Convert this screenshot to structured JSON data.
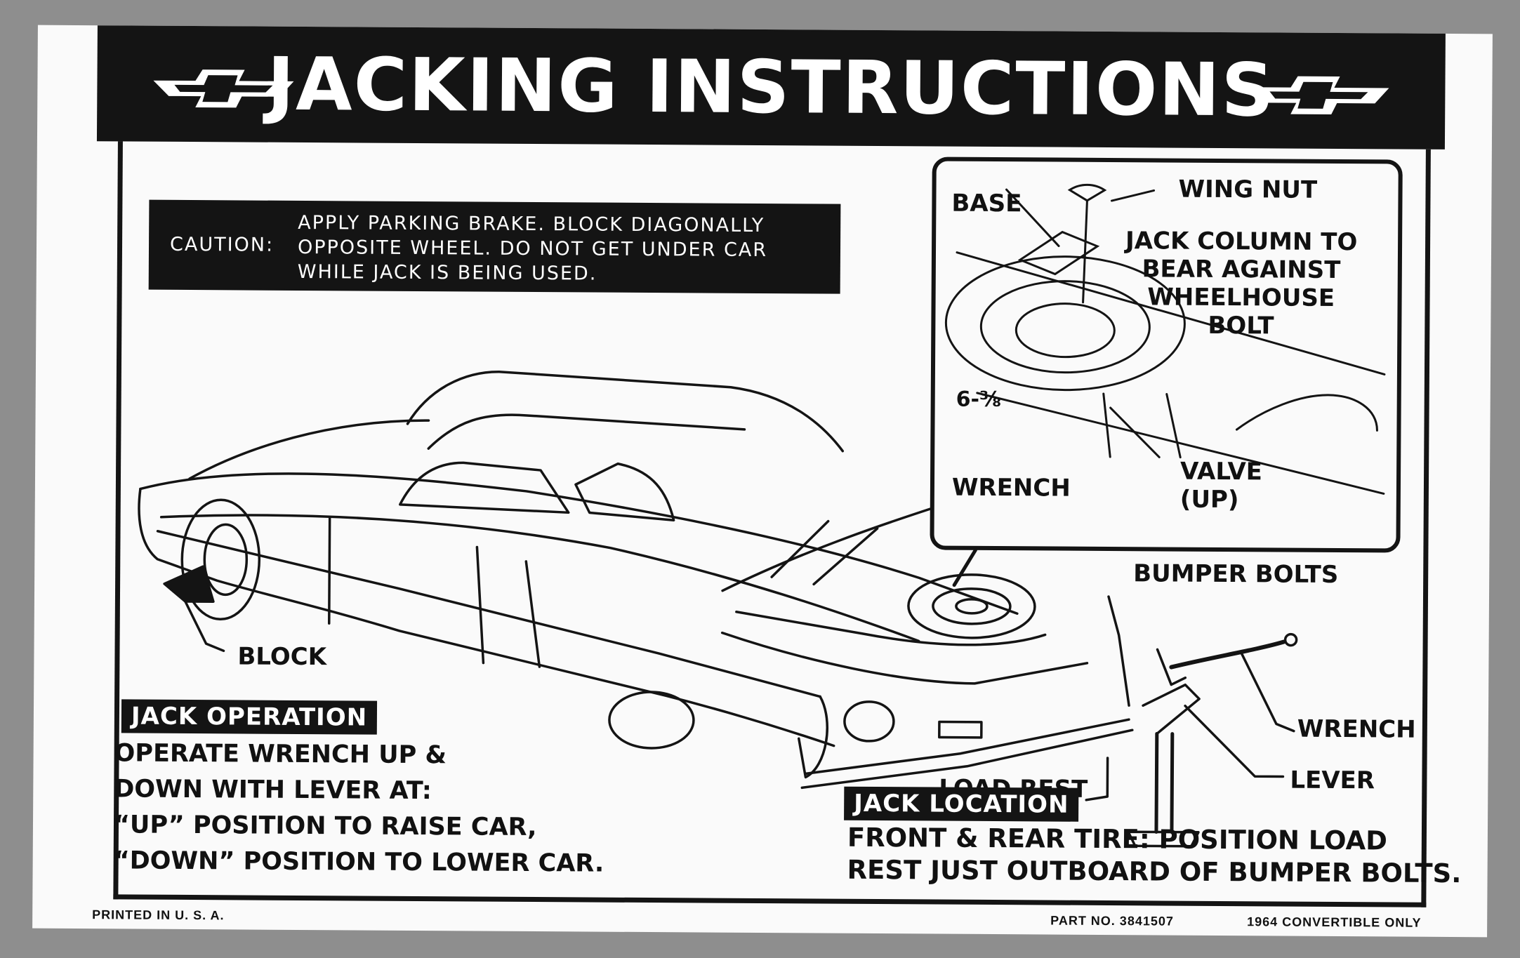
{
  "title": "JACKING INSTRUCTIONS",
  "caution": {
    "label": "CAUTION:",
    "text": "APPLY PARKING BRAKE. BLOCK DIAGONALLY\nOPPOSITE WHEEL. DO NOT GET UNDER CAR\nWHILE JACK IS BEING USED."
  },
  "jack_operation": {
    "heading": "JACK OPERATION",
    "text": "OPERATE WRENCH UP &\nDOWN WITH LEVER AT:\n“UP” POSITION TO RAISE CAR,\n“DOWN” POSITION TO LOWER CAR."
  },
  "jack_location": {
    "heading": "JACK LOCATION",
    "text": "FRONT & REAR TIRE: POSITION LOAD\nREST JUST OUTBOARD OF BUMPER BOLTS."
  },
  "inset_labels": {
    "base": "BASE",
    "wing_nut": "WING NUT",
    "jack_column": "JACK COLUMN TO\nBEAR AGAINST\nWHEELHOUSE\nBOLT",
    "dimension": "6-⅜",
    "wrench": "WRENCH",
    "valve": "VALVE\n(UP)"
  },
  "car_labels": {
    "block": "BLOCK",
    "bumper_bolts": "BUMPER BOLTS",
    "wrench": "WRENCH",
    "load_rest": "LOAD REST",
    "lever": "LEVER"
  },
  "footer": {
    "printed": "PRINTED IN U. S. A.",
    "part_no": "PART NO. 3841507",
    "model": "1964 CONVERTIBLE ONLY"
  },
  "icons": [
    "chevrolet-bowtie-icon"
  ],
  "colors": {
    "ink": "#141414",
    "paper": "#fafafa",
    "background": "#8e8e8e"
  }
}
